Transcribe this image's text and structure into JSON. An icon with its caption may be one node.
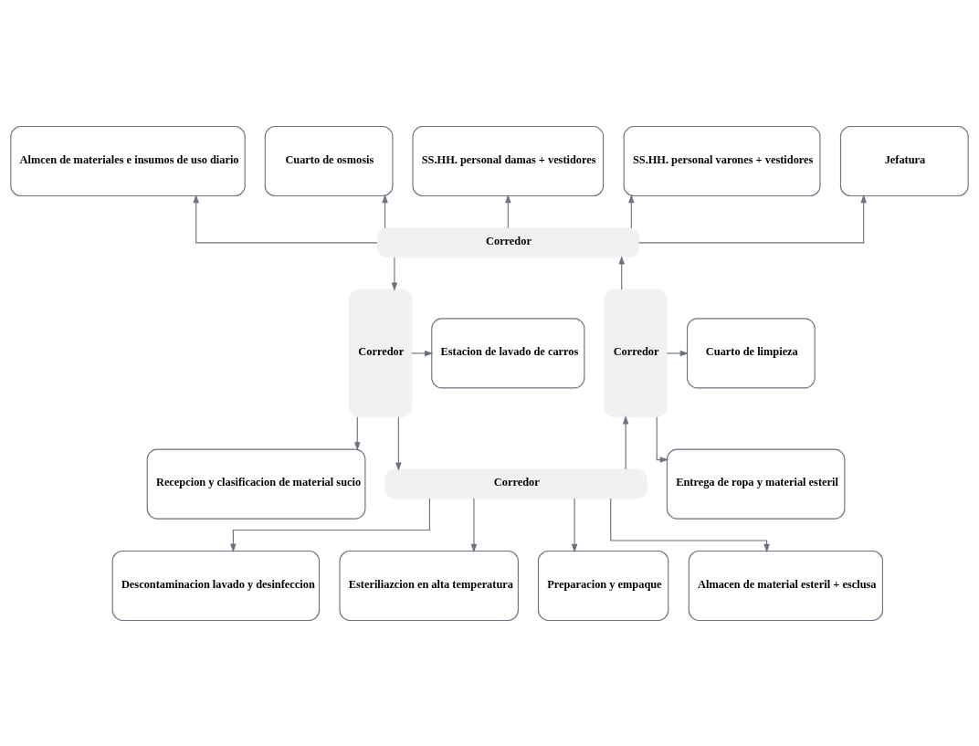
{
  "diagram": {
    "nodes": [
      {
        "text": [
          "Almcen de materiales e insumos de uso diario"
        ]
      },
      {
        "text": [
          "Cuarto de osmosis"
        ]
      },
      {
        "text": [
          "SS.HH. personal damas + vestidores"
        ]
      },
      {
        "text": [
          "SS.HH. personal varones + vestidores"
        ]
      },
      {
        "text": [
          "Jefatura"
        ]
      },
      {
        "text": [
          "Corredor"
        ]
      },
      {
        "text": [
          "Estacion de lavado de carros"
        ]
      },
      {
        "text": [
          "Corredor"
        ]
      },
      {
        "text": [
          "Corredor"
        ]
      },
      {
        "text": [
          "Cuarto de limpieza"
        ]
      },
      {
        "text": [
          "Recepcion y clasificacion de material sucio"
        ]
      },
      {
        "text": [
          "Entrega de ropa y material esteril"
        ]
      },
      {
        "text": [
          "Corredor"
        ]
      },
      {
        "text": [
          "Descontaminacion lavado y desinfeccion"
        ]
      },
      {
        "text": [
          "Esteriliazcion en alta temperatura"
        ]
      },
      {
        "text": [
          "Preparacion y empaque"
        ]
      },
      {
        "text": [
          "Almacen de material esteril + esclusa"
        ]
      }
    ],
    "edges": [
      {
        "from": 5,
        "to": 0,
        "arrow": "to"
      },
      {
        "from": 5,
        "to": 1,
        "arrow": "to"
      },
      {
        "from": 5,
        "to": 2,
        "arrow": "to"
      },
      {
        "from": 5,
        "to": 3,
        "arrow": "to"
      },
      {
        "from": 5,
        "to": 4,
        "arrow": "to"
      },
      {
        "from": 5,
        "to": 7,
        "arrow": "to"
      },
      {
        "from": 8,
        "to": 5,
        "arrow": "to"
      },
      {
        "from": 7,
        "to": 6,
        "arrow": "to"
      },
      {
        "from": 7,
        "to": 10,
        "arrow": "to"
      },
      {
        "from": 8,
        "to": 9,
        "arrow": "to"
      },
      {
        "from": 8,
        "to": 11,
        "arrow": "to"
      },
      {
        "from": 7,
        "to": 12,
        "arrow": "to"
      },
      {
        "from": 12,
        "to": 8,
        "arrow": "to"
      },
      {
        "from": 12,
        "to": 13,
        "arrow": "to"
      },
      {
        "from": 12,
        "to": 14,
        "arrow": "to"
      },
      {
        "from": 12,
        "to": 15,
        "arrow": "to"
      },
      {
        "from": 12,
        "to": 16,
        "arrow": "to"
      }
    ]
  }
}
